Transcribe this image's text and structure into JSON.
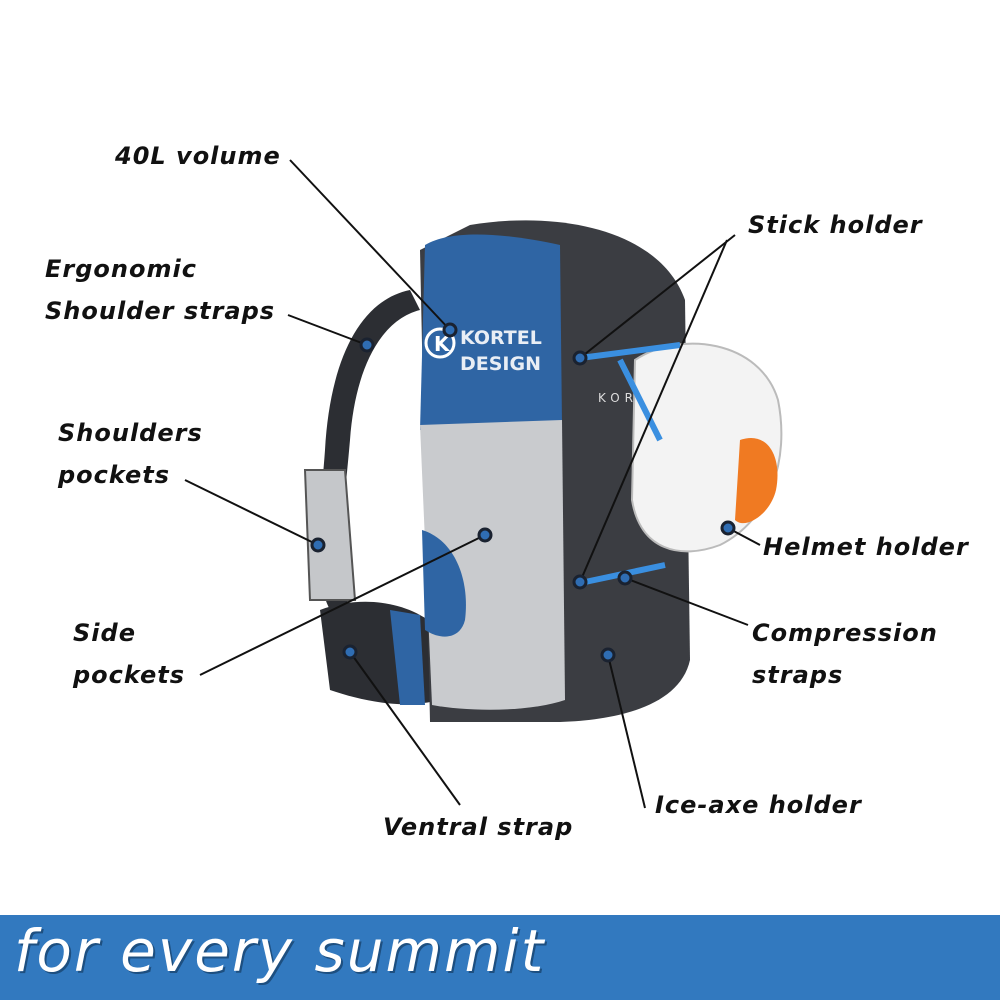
{
  "brand_logo": {
    "text": "KORTEL DESIGN",
    "side_text": "KOR"
  },
  "labels": {
    "volume": "40L volume",
    "shoulder_straps": [
      "Ergonomic",
      "Shoulder straps"
    ],
    "shoulder_pockets": [
      "Shoulders",
      "pockets"
    ],
    "side_pockets": [
      "Side",
      "pockets"
    ],
    "ventral_strap": "Ventral strap",
    "stick_holder": "Stick holder",
    "helmet_holder": "Helmet holder",
    "compression_straps": [
      "Compression",
      "straps"
    ],
    "ice_axe_holder": "Ice-axe holder"
  },
  "banner": {
    "text": "for every summit"
  },
  "colors": {
    "banner": "#3279bf",
    "pack_blue": "#2f65a4",
    "pack_dark": "#3b3d42",
    "pack_gray": "#c9cbce",
    "helmet_orange": "#f07a22",
    "marker": "#2f6db3"
  }
}
